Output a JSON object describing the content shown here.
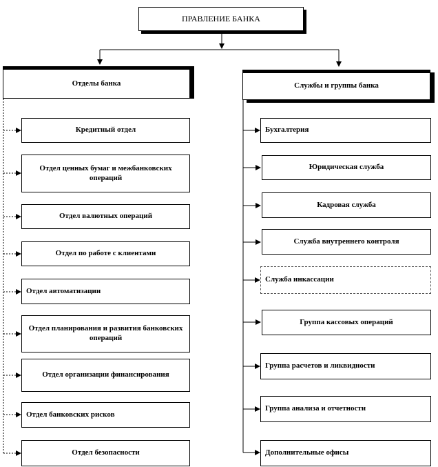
{
  "top": {
    "label": "ПРАВЛЕНИЕ  БАНКА"
  },
  "left_column": {
    "header": "Отделы банка",
    "items": [
      "Кредитный  отдел",
      "Отдел  ценных  бумаг и межбанковских операций",
      "Отдел  валютных  операций",
      "Отдел  по работе с клиентами",
      "Отдел  автоматизации",
      "Отдел  планирования и развития банковских  операций",
      "Отдел  организации финансирования",
      "Отдел  банковских  рисков",
      "Отдел  безопасности"
    ]
  },
  "right_column": {
    "header": "Службы  и группы  банка",
    "items": [
      "Бухгалтерия",
      "Юридическая служба",
      "Кадровая служба",
      "Служба внутреннего  контроля",
      "Служба инкассации",
      "Группа кассовых  операций",
      "Группа расчетов и ликвидности",
      "Группа анализа и отчетности",
      "Дополнительные  офисы"
    ]
  },
  "colors": {
    "line": "#000000",
    "background": "#ffffff"
  }
}
